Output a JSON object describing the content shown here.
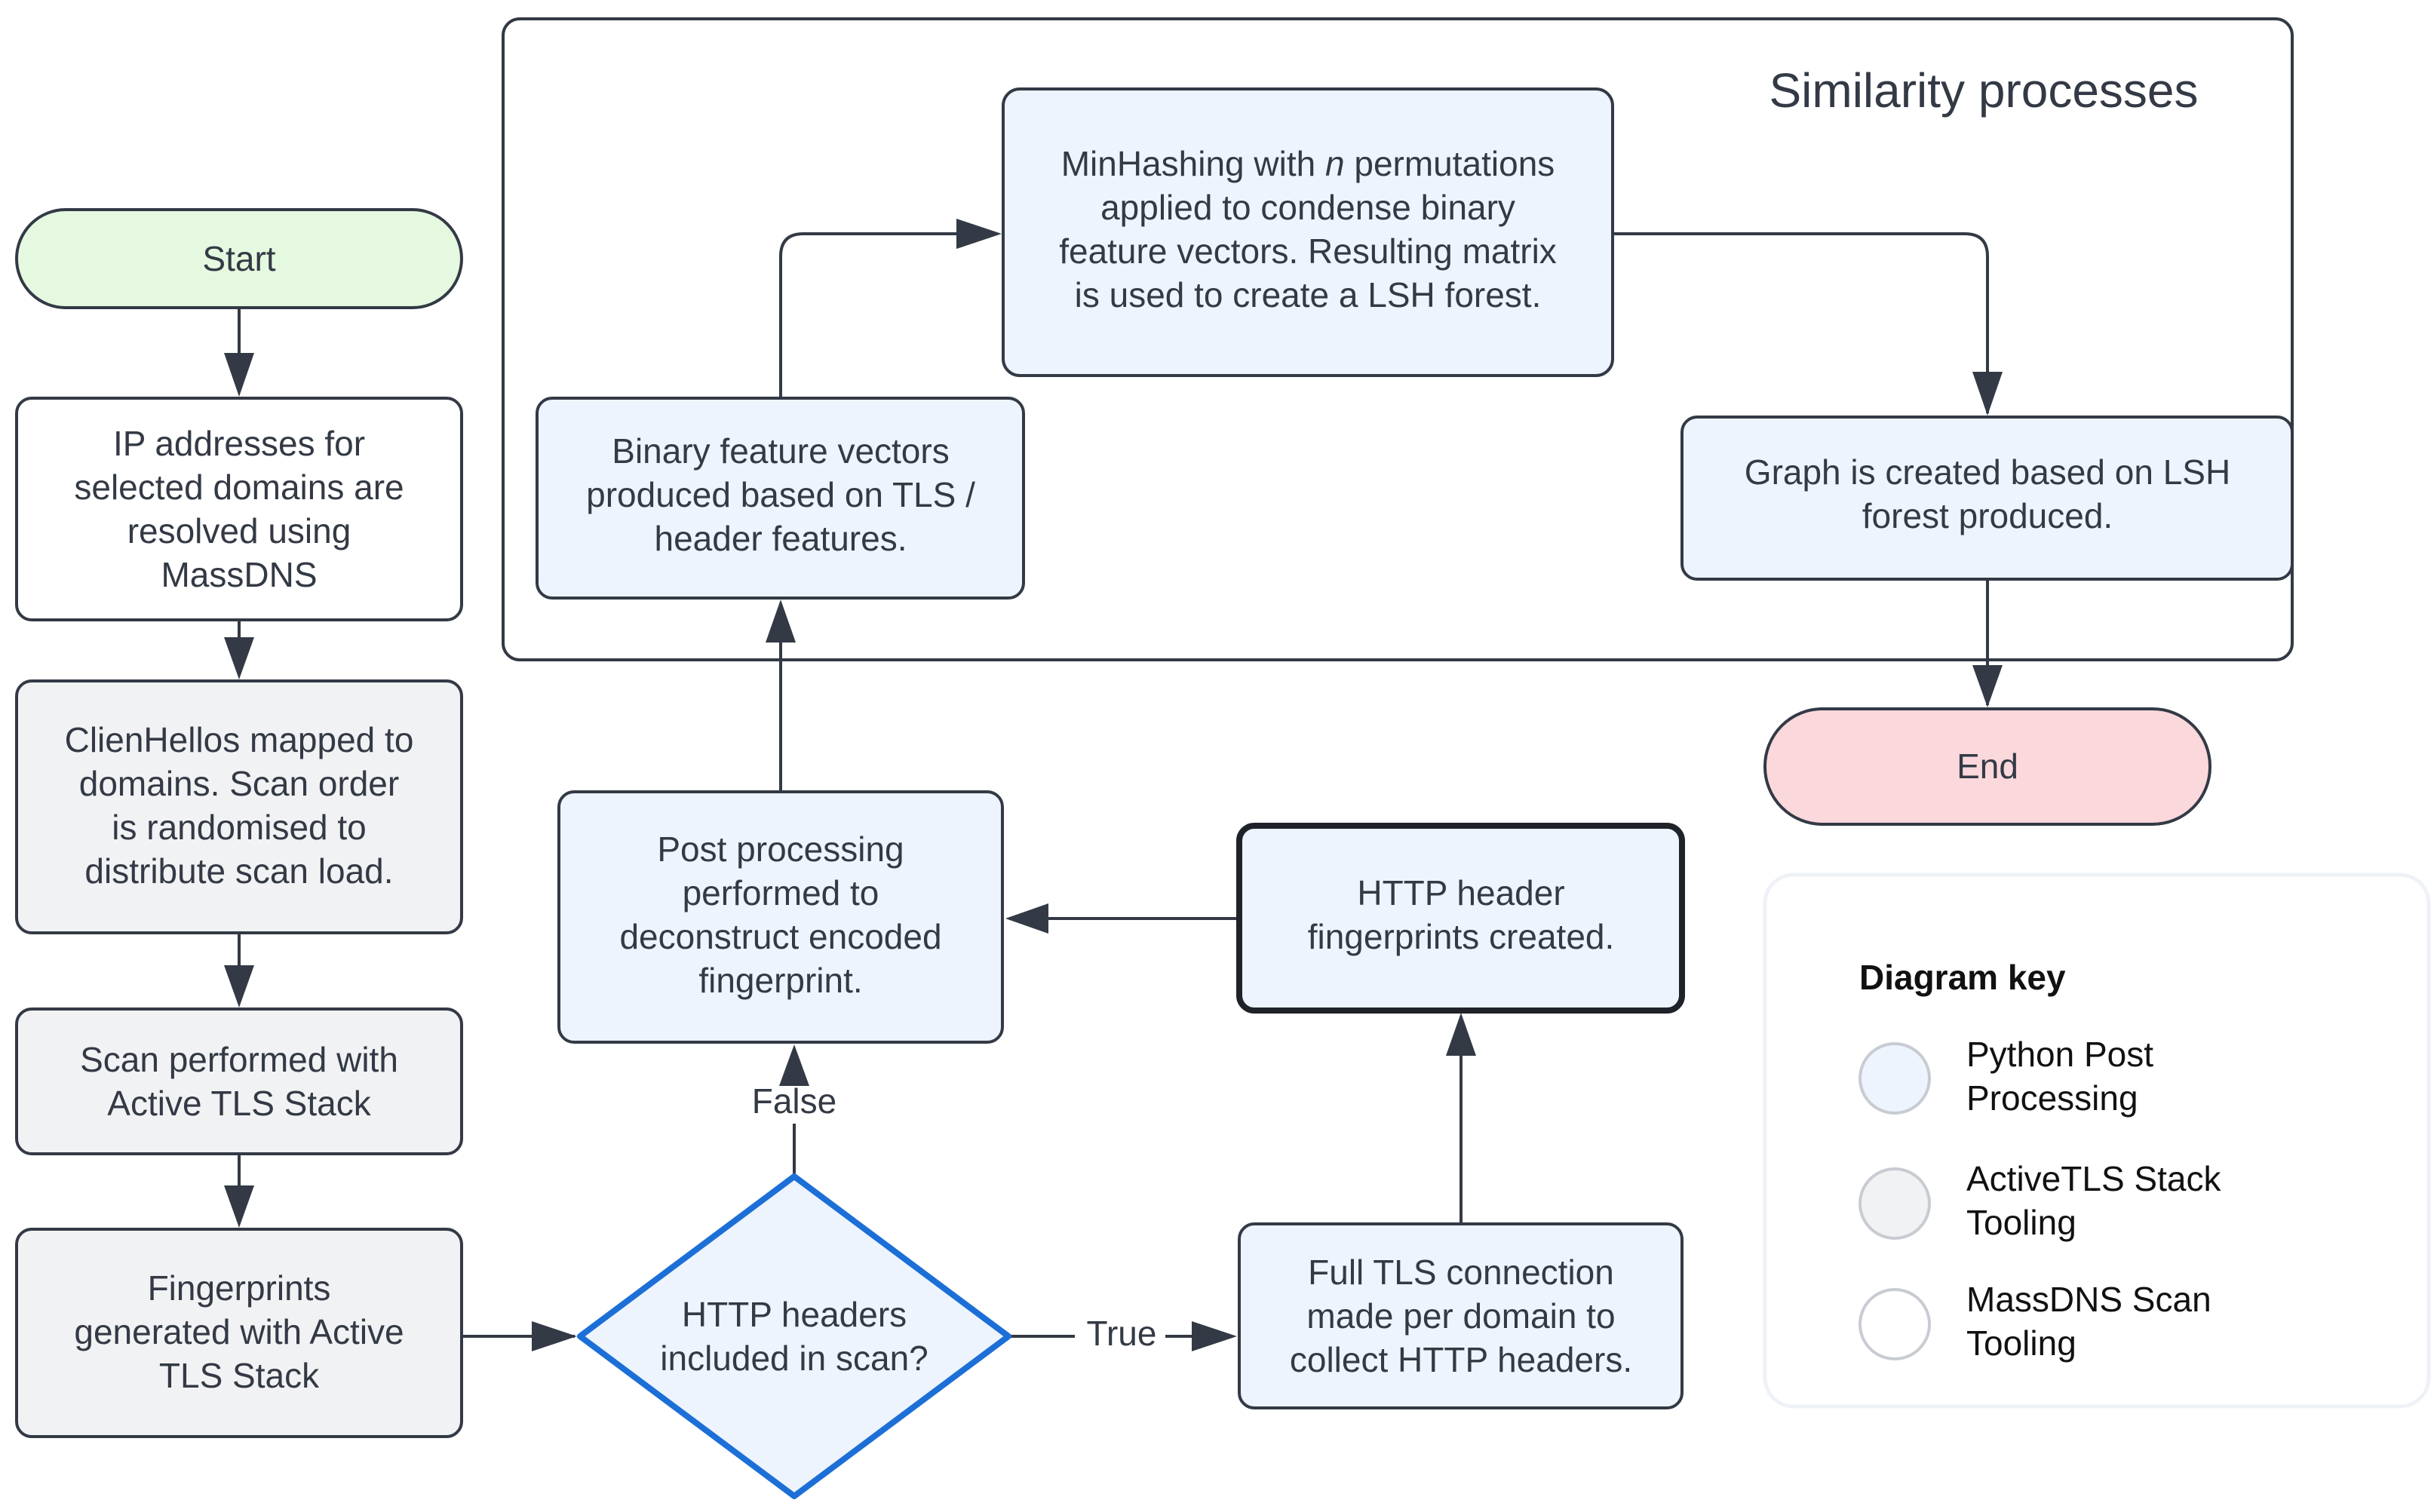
{
  "group": {
    "title": "Similarity processes"
  },
  "nodes": {
    "start": [
      "Start"
    ],
    "massdns": [
      "IP addresses for",
      "selected domains are",
      "resolved using",
      "MassDNS"
    ],
    "clienthellos": [
      "ClienHellos mapped to",
      "domains. Scan order",
      "is randomised to",
      "distribute scan load."
    ],
    "scan": [
      "Scan performed with",
      "Active TLS Stack"
    ],
    "fingerprints": [
      "Fingerprints",
      "generated with Active",
      "TLS Stack"
    ],
    "decision": [
      "HTTP headers",
      "included in scan?"
    ],
    "full_tls": [
      "Full TLS connection",
      "made per domain to",
      "collect HTTP headers."
    ],
    "http_fp": [
      "HTTP header",
      "fingerprints created."
    ],
    "post_processing": [
      "Post processing",
      "performed to",
      "deconstruct encoded",
      "fingerprint."
    ],
    "binary": [
      "Binary feature vectors",
      "produced based on TLS /",
      "header features."
    ],
    "minhash": [
      "MinHashing with n permutations",
      "applied to condense binary",
      "feature vectors. Resulting matrix",
      "is used to create a LSH forest."
    ],
    "graph": [
      "Graph is created based on LSH",
      "forest produced."
    ],
    "end": [
      "End"
    ]
  },
  "edge_labels": {
    "true": "True",
    "false": "False"
  },
  "legend": {
    "title": "Diagram key",
    "items": [
      {
        "lines": [
          "Python Post",
          "Processing"
        ],
        "color": "#edf4fd"
      },
      {
        "lines": [
          "ActiveTLS Stack",
          "Tooling"
        ],
        "color": "#f1f2f3"
      },
      {
        "lines": [
          "MassDNS Scan",
          "Tooling"
        ],
        "color": "#ffffff"
      }
    ]
  },
  "colors": {
    "stroke": "#333a45",
    "start_fill": "#e4f9e0",
    "end_fill": "#fbd8dc",
    "python_fill": "#edf4fd",
    "activetls_fill": "#f1f2f3",
    "massdns_fill": "#ffffff",
    "decision_stroke": "#1c6fd6"
  }
}
